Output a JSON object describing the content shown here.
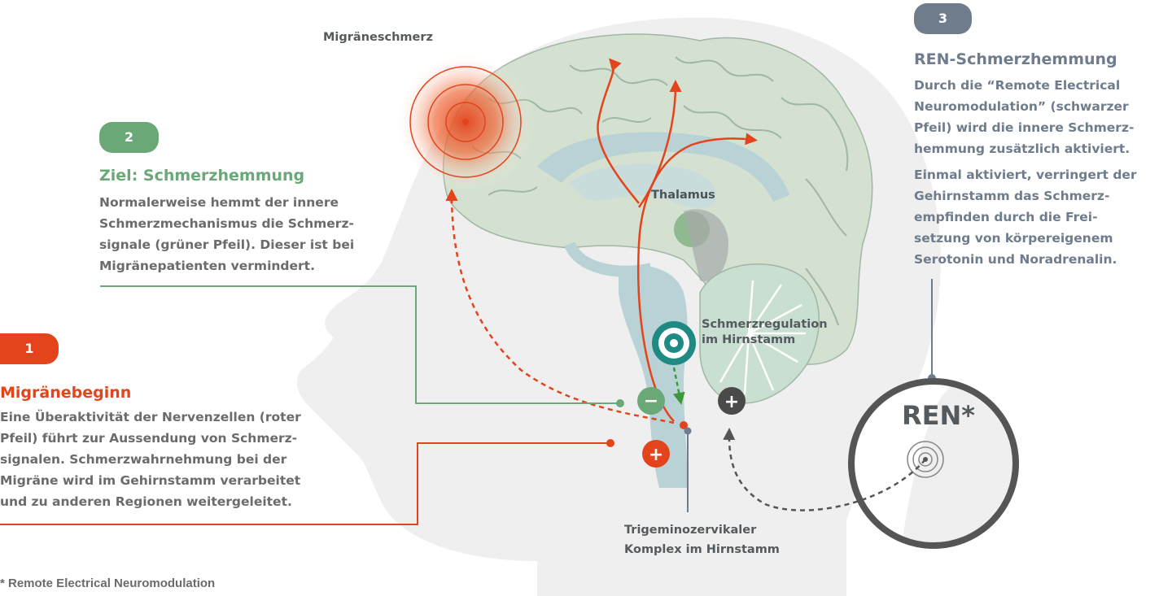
{
  "colors": {
    "red": "#e4441b",
    "green": "#6aa878",
    "slate": "#6e7c8c",
    "teal": "#1f8a84",
    "dark_gray": "#555555"
  },
  "steps": [
    {
      "badge": "1",
      "title": "Migränebeginn",
      "lines": [
        "Eine Überaktivität der Nervenzellen (roter",
        "Pfeil) führt zur Aussendung von Schmerz-",
        "signalen. Schmerzwahrnehmung bei der",
        "Migräne wird im Gehirnstamm verarbeitet",
        "und zu anderen Regionen weitergeleitet."
      ]
    },
    {
      "badge": "2",
      "title": "Ziel: Schmerzhemmung",
      "lines": [
        "Normalerweise hemmt der innere",
        "Schmerzmechanismus die Schmerz-",
        "signale (grüner Pfeil). Dieser ist bei",
        "Migränepatienten vermindert."
      ]
    },
    {
      "badge": "3",
      "title": "REN-Schmerzhemmung",
      "paragraphs": [
        [
          "Durch die “Remote Electrical",
          "Neuromodulation” (schwarzer",
          "Pfeil) wird die innere Schmerz-",
          "hemmung zusätzlich aktiviert."
        ],
        [
          "Einmal aktiviert, verringert der",
          "Gehirnstamm das Schmerz-",
          "empfinden durch die Frei-",
          "setzung von körpereigenem",
          "Serotonin und Noradrenalin."
        ]
      ]
    }
  ],
  "labels": {
    "migraine_pain": "Migräneschmerz",
    "thalamus": "Thalamus",
    "pain_regulation": [
      "Schmerzregulation",
      "im Hirnstamm"
    ],
    "trigemino": [
      "Trigeminozervikaler",
      "Komplex im Hirnstamm"
    ],
    "ren": "REN*",
    "minus": "−",
    "plus_red": "+",
    "plus_dark": "+"
  },
  "footnote": "* Remote Electrical Neuromodulation"
}
